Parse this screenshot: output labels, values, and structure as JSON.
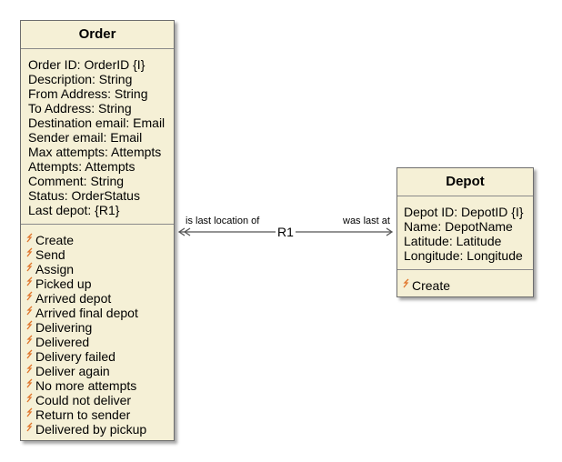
{
  "order": {
    "title": "Order",
    "attributes": [
      "Order ID: OrderID {I}",
      "Description: String",
      "From Address: String",
      "To Address: String",
      "Destination email: Email",
      "Sender email: Email",
      "Max attempts: Attempts",
      "Attempts: Attempts",
      "Comment: String",
      "Status: OrderStatus",
      "Last depot: {R1}"
    ],
    "operations": [
      "Create",
      "Send",
      "Assign",
      "Picked up",
      "Arrived depot",
      "Arrived final depot",
      "Delivering",
      "Delivered",
      "Delivery failed",
      "Deliver again",
      "No more attempts",
      "Could not deliver",
      "Return to sender",
      "Delivered by pickup"
    ]
  },
  "depot": {
    "title": "Depot",
    "attributes": [
      "Depot ID: DepotID {I}",
      "Name: DepotName",
      "Latitude: Latitude",
      "Longitude: Longitude"
    ],
    "operations": [
      "Create"
    ]
  },
  "relationship": {
    "name": "R1",
    "order_end_phrase": "is last location of",
    "depot_end_phrase": "was last at"
  },
  "colors": {
    "class_fill": "#f5f0d6",
    "operation_icon": "#e0742a"
  },
  "icons": {
    "operation": "lightning-bolt-icon"
  }
}
